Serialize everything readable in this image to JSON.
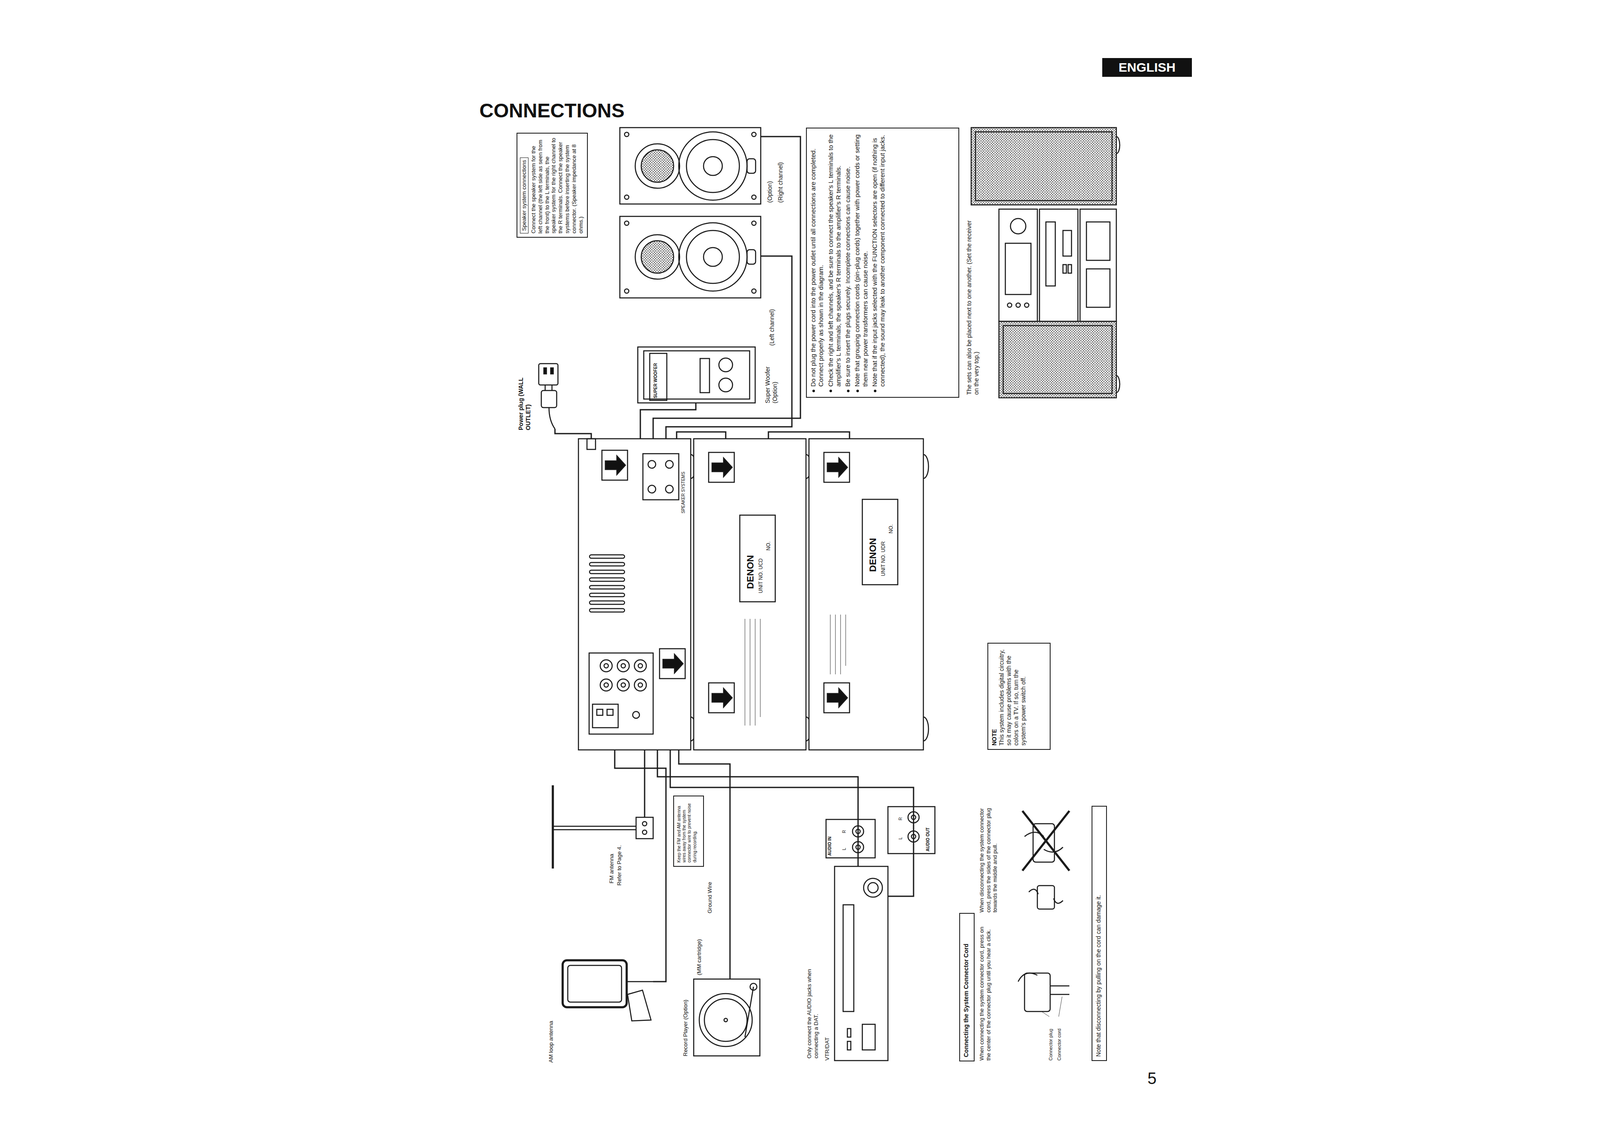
{
  "diagram": {
    "title": "CONNECTIONS",
    "nodes": [
      {
        "text": [
          "ENGLISH"
        ]
      },
      {
        "text": [
          "Speaker system connections",
          "Connect the speaker system for the left channel (the left side as seen from the front) to the L terminals, the speaker system for the right channel to the R terminals. Connect the speaker systems before inserting the system connector. (Speaker impedance at 8 ohms.)"
        ]
      },
      {
        "text": [
          "(Option)",
          "(Right channel)"
        ]
      },
      {
        "text": [
          "(Left channel)"
        ]
      },
      {
        "text": [
          "SUPER WOOFER",
          "Super Woofer (Option)"
        ]
      },
      {
        "text": [
          "Power plug (WALL OUTLET)"
        ]
      },
      {
        "text": [
          "Do not plug the power cord into the power outlet until all connections are completed. Connect properly as shown in the diagram.",
          "Check the right and left channels, and be sure to connect the speaker's L terminals to the amplifier's L terminals, the speaker's R terminals to the amplifier's R terminals.",
          "Be sure to insert the plugs securely. Incomplete connections can cause noise.",
          "Note that grouping connection cords (pin-plug cords) together with power cords or setting them near power transformers can cause noise.",
          "Note that if the input jacks selected with the FUNCTION selectors are open (if nothing is connected), the sound may leak to another component connected to different input jacks."
        ]
      },
      {
        "text": [
          "SPEAKER SYSTEMS"
        ]
      },
      {
        "text": [
          "DENON",
          "UNIT NO. UCD",
          "NO."
        ]
      },
      {
        "text": [
          "DENON",
          "UNIT NO. UDR",
          "NO."
        ]
      },
      {
        "text": [
          "NOTE",
          "This system includes digital circuitry, so it may cause problems with the colors on a TV. If so, turn the system's power switch off."
        ]
      },
      {
        "text": [
          "FM antenna",
          "Refer to Page 4."
        ]
      },
      {
        "text": [
          "Keep the FM and AM antenna wires away from the system connector wire to prevent noise during recording."
        ]
      },
      {
        "text": [
          "AM loop antenna"
        ]
      },
      {
        "text": [
          "Record Player (Option)"
        ]
      },
      {
        "text": [
          "Only connect the AUDIO jacks when connecting a DAT.",
          "VTR/DAT"
        ]
      },
      {
        "text": [
          "Connecting the System Connector Cord"
        ]
      },
      {
        "text": [
          "Note that disconnecting by pulling on the cord can damage it."
        ]
      }
    ],
    "edges": [
      {
        "from": 7,
        "to": 2,
        "arrow": "none"
      },
      {
        "from": 7,
        "to": 3,
        "arrow": "none"
      },
      {
        "from": 7,
        "to": 4,
        "arrow": "none"
      },
      {
        "from": 5,
        "to": 7,
        "arrow": "none"
      },
      {
        "from": 7,
        "to": 8,
        "arrow": "none"
      },
      {
        "from": 8,
        "to": 9,
        "arrow": "none"
      },
      {
        "from": 11,
        "to": 7,
        "arrow": "none"
      },
      {
        "from": 13,
        "to": 7,
        "arrow": "none"
      },
      {
        "from": 14,
        "to": 7,
        "arrow": "none"
      },
      {
        "from": 7,
        "to": 15,
        "arrow": "none"
      },
      {
        "from": 7,
        "to": 15,
        "arrow": "none"
      }
    ],
    "labels": [
      "The sets can also be placed next to one another. (Set the receiver on the very top.)",
      "Ground Wire",
      "(MM cartridge)",
      "AUDIO IN",
      "R",
      "L",
      "AUDIO OUT",
      "R",
      "L",
      "When disconnecting the system connector cord, press the sides of the connector plug towards the middle and pull.",
      "When connecting the system connector cord, press on the center of the connector plug until you hear a click.",
      "Connector plug",
      "Connector cord",
      "5"
    ]
  }
}
